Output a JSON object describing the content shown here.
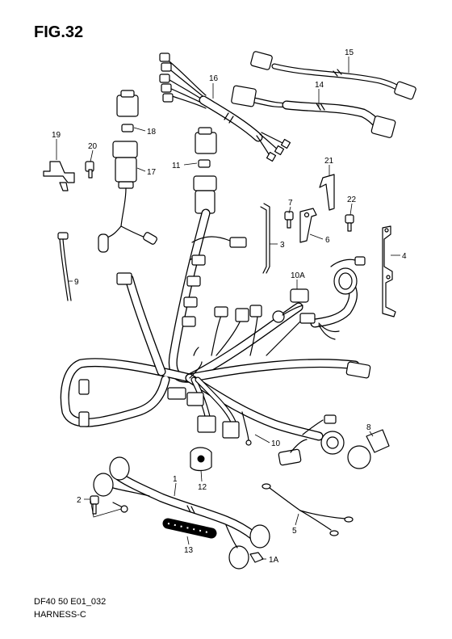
{
  "figure": {
    "title": "FIG.32",
    "code": "DF40 50 E01_032",
    "name": "HARNESS-C"
  },
  "callouts": [
    "15",
    "16",
    "14",
    "18",
    "19",
    "20",
    "17",
    "11",
    "21",
    "7",
    "22",
    "3",
    "6",
    "4",
    "9",
    "10A",
    "10",
    "8",
    "12",
    "2",
    "1",
    "5",
    "13",
    "1A"
  ]
}
